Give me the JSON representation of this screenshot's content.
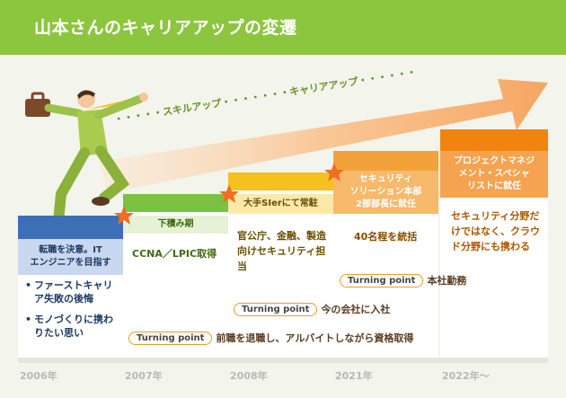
{
  "title": "山本さんのキャリアアップの変遷",
  "arrow": {
    "label_skill": "・・・・・スキルアップ・・・・・・・キャリアアップ・・・・・・"
  },
  "steps": [
    {
      "head": "転職を決意。IT\nエンジニアを目指す",
      "bullets": [
        "ファーストキャリア失敗の後悔",
        "モノづくりに携わりたい思い"
      ]
    },
    {
      "head": "下積み期",
      "body": "CCNA／LPIC取得"
    },
    {
      "head": "大手SIerにて常駐",
      "body": "官公庁、金融、製造向けセキュリティ担当"
    },
    {
      "head": "セキュリティ\nソリーション本部\n2部部長に就任",
      "body": "40名程を統括"
    },
    {
      "head": "プロジェクトマネジ\nメント・スペシャ\nリストに就任",
      "body": "セキュリティ分野だけではなく、クラウド分野にも携わる"
    }
  ],
  "turning_points": [
    {
      "pill": "Turning point",
      "text": "前職を退職し、アルバイトしながら資格取得"
    },
    {
      "pill": "Turning point",
      "text": "今の会社に入社"
    },
    {
      "pill": "Turning point",
      "text": "本社勤務"
    }
  ],
  "years": [
    "2006年",
    "2007年",
    "2008年",
    "2021年",
    "2022年～"
  ],
  "colors": {
    "header": "#8cc63f",
    "step1": "#3d6fb6",
    "step2": "#7cc242",
    "step3": "#f5c11c",
    "step4": "#f3a23a",
    "step5": "#f0840f",
    "arrow": "#f6a761",
    "turning": "#f29a1f"
  }
}
